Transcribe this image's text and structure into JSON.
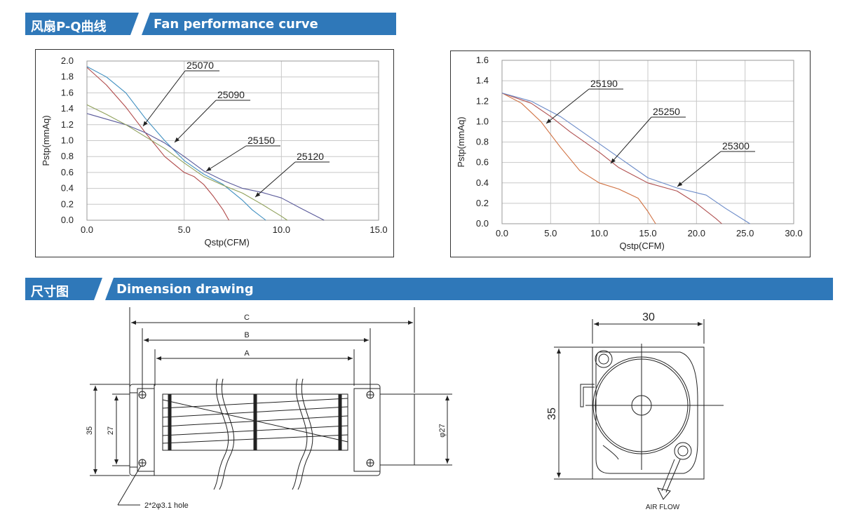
{
  "sections": {
    "curve": {
      "cn": "风扇P-Q曲线",
      "en": "Fan performance curve"
    },
    "dimension": {
      "cn": "尺寸图",
      "en": "Dimension drawing"
    }
  },
  "chart_data": [
    {
      "type": "line",
      "xlabel": "Qstp(CFM)",
      "ylabel": "Pstp(mmAq)",
      "xlim": [
        0,
        15
      ],
      "ylim": [
        0,
        2.0
      ],
      "xticks": [
        "0.0",
        "5.0",
        "10.0",
        "15.0"
      ],
      "yticks": [
        "0.0",
        "0.2",
        "0.4",
        "0.6",
        "0.8",
        "1.0",
        "1.2",
        "1.4",
        "1.6",
        "1.8",
        "2.0"
      ],
      "grid": true,
      "colors": {
        "25070": "#b04a4a",
        "25090": "#3f8fc0",
        "25150": "#5a5a9a",
        "25120": "#8fa05a"
      },
      "series": [
        {
          "name": "25070",
          "x": [
            0,
            1,
            2,
            3,
            4,
            5,
            5.5,
            6,
            6.5,
            7,
            7.3
          ],
          "y": [
            1.92,
            1.7,
            1.42,
            1.1,
            0.8,
            0.6,
            0.55,
            0.45,
            0.3,
            0.13,
            0.0
          ]
        },
        {
          "name": "25090",
          "x": [
            0,
            1,
            2,
            3,
            4,
            5,
            6,
            7,
            8,
            8.5,
            9.2
          ],
          "y": [
            1.93,
            1.8,
            1.6,
            1.28,
            1.0,
            0.75,
            0.58,
            0.45,
            0.25,
            0.13,
            0.0
          ]
        },
        {
          "name": "25150",
          "x": [
            0,
            2,
            3,
            4,
            5,
            6,
            7,
            8,
            9,
            10,
            11,
            12.2
          ],
          "y": [
            1.34,
            1.2,
            1.1,
            0.97,
            0.8,
            0.62,
            0.5,
            0.4,
            0.35,
            0.28,
            0.15,
            0.0
          ]
        },
        {
          "name": "25120",
          "x": [
            0,
            1,
            2,
            3,
            4,
            5,
            6,
            7,
            8,
            9,
            10,
            10.3
          ],
          "y": [
            1.45,
            1.33,
            1.2,
            1.05,
            0.9,
            0.72,
            0.55,
            0.44,
            0.34,
            0.2,
            0.05,
            0.0
          ]
        }
      ],
      "annotations": [
        "25070",
        "25090",
        "25150",
        "25120"
      ]
    },
    {
      "type": "line",
      "xlabel": "Qstp(CFM)",
      "ylabel": "Pstp(mmAq)",
      "xlim": [
        0,
        30
      ],
      "ylim": [
        0,
        1.6
      ],
      "xticks": [
        "0.0",
        "5.0",
        "10.0",
        "15.0",
        "20.0",
        "25.0",
        "30.0"
      ],
      "yticks": [
        "0.0",
        "0.2",
        "0.4",
        "0.6",
        "0.8",
        "1.0",
        "1.2",
        "1.4",
        "1.6"
      ],
      "grid": true,
      "colors": {
        "25190": "#d07040",
        "25250": "#b05050",
        "25300": "#6a8ac8"
      },
      "series": [
        {
          "name": "25190",
          "x": [
            0,
            2,
            4,
            6,
            8,
            10,
            12,
            14,
            15,
            15.8
          ],
          "y": [
            1.28,
            1.18,
            1.0,
            0.75,
            0.52,
            0.4,
            0.34,
            0.25,
            0.12,
            0.0
          ]
        },
        {
          "name": "25250",
          "x": [
            0,
            3,
            5,
            7,
            10,
            12,
            15,
            18,
            20,
            22,
            22.6
          ],
          "y": [
            1.28,
            1.18,
            1.05,
            0.9,
            0.7,
            0.55,
            0.4,
            0.32,
            0.2,
            0.05,
            0.0
          ]
        },
        {
          "name": "25300",
          "x": [
            0,
            3,
            6,
            9,
            12,
            15,
            18,
            21,
            23,
            25.5
          ],
          "y": [
            1.28,
            1.2,
            1.05,
            0.85,
            0.65,
            0.45,
            0.35,
            0.28,
            0.15,
            0.0
          ]
        }
      ],
      "annotations": [
        "25190",
        "25250",
        "25300"
      ]
    }
  ],
  "drawing": {
    "front": {
      "dim_c": "C",
      "dim_b": "B",
      "dim_a": "A",
      "height_35": "35",
      "height_27": "27",
      "diameter": "φ27",
      "hole_note": "2*2φ3.1 hole"
    },
    "side": {
      "width": "30",
      "height": "35",
      "airflow": "AIR FLOW"
    }
  }
}
